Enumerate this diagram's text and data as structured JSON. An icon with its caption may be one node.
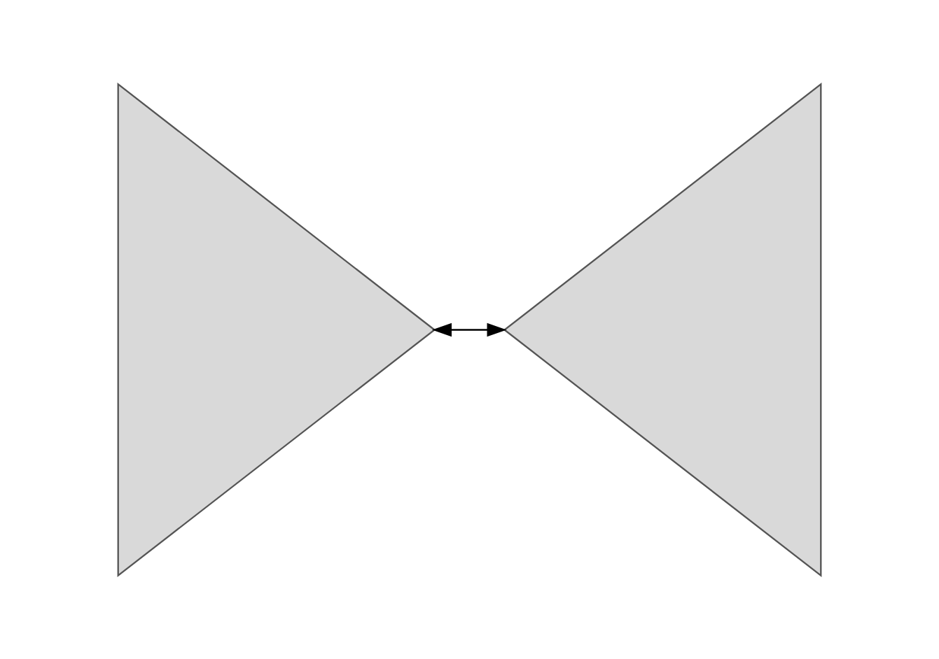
{
  "diagram": {
    "nodes": [
      {
        "text": [],
        "shape": "triangle"
      },
      {
        "text": [],
        "shape": "triangle"
      }
    ],
    "edges": [
      {
        "from": 0,
        "to": 1,
        "arrow": "both"
      }
    ]
  }
}
